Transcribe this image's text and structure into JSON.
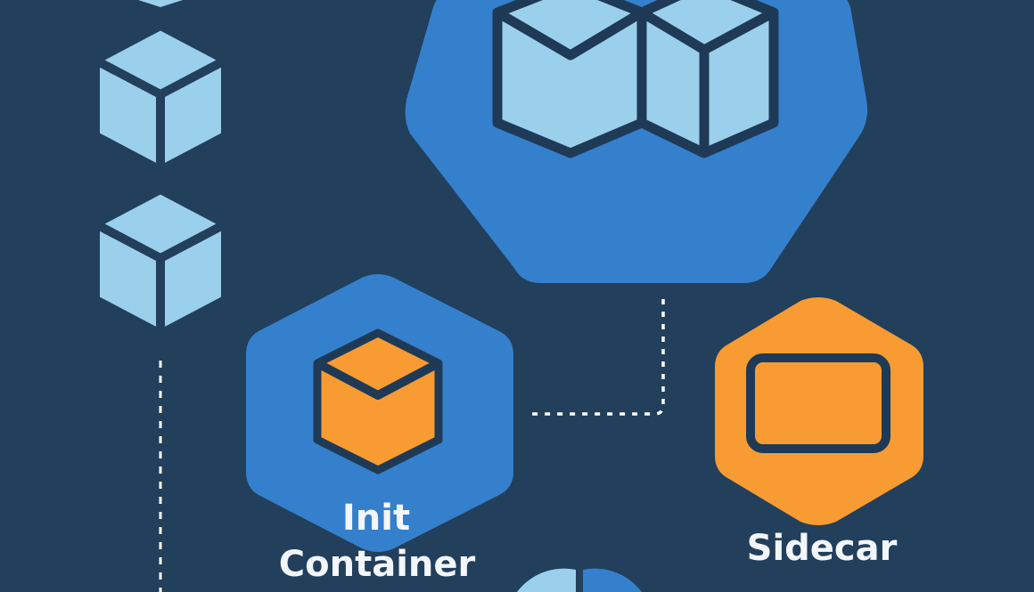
{
  "colors": {
    "background": "#223f5c",
    "pod_blue": "#3580cc",
    "cube_light": "#9bd0ec",
    "outline_dark": "#1f3a56",
    "accent_orange": "#f79b32",
    "connector": "#ffffff",
    "text": "#f3f6fa"
  },
  "nodes": {
    "init_container": {
      "label_line1": "Init",
      "label_line2": "Container",
      "icon": "orange-cube-icon"
    },
    "sidecar": {
      "label": "Sidecar",
      "icon": "rounded-rectangle-icon"
    },
    "pod": {
      "icon": "double-cube-icon"
    },
    "standalone_cubes": {
      "icon": "cube-icon"
    }
  }
}
